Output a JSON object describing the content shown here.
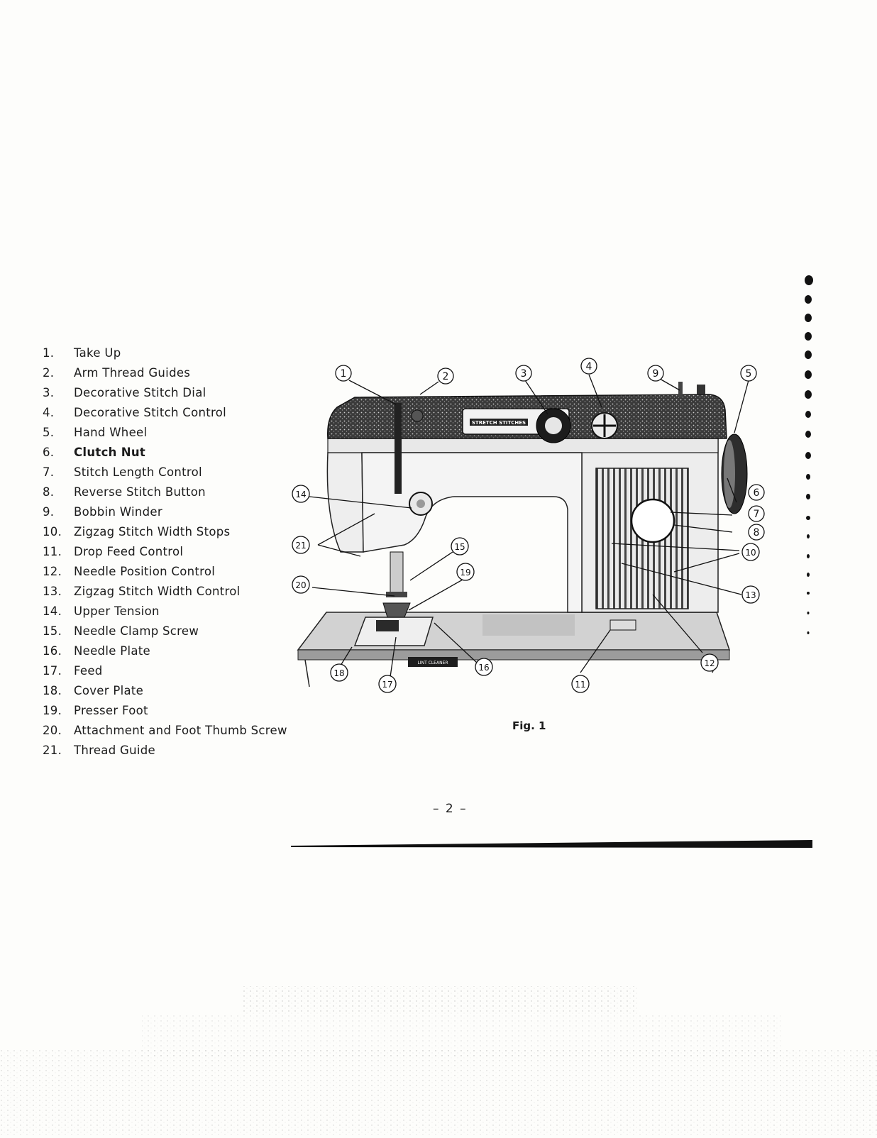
{
  "parts": [
    {
      "num": "1.",
      "label": "Take Up"
    },
    {
      "num": "2.",
      "label": "Arm Thread Guides"
    },
    {
      "num": "3.",
      "label": "Decorative Stitch Dial"
    },
    {
      "num": "4.",
      "label": "Decorative Stitch Control"
    },
    {
      "num": "5.",
      "label": "Hand Wheel"
    },
    {
      "num": "6.",
      "label": "Clutch Nut"
    },
    {
      "num": "7.",
      "label": "Stitch Length Control"
    },
    {
      "num": "8.",
      "label": "Reverse Stitch Button"
    },
    {
      "num": "9.",
      "label": "Bobbin Winder"
    },
    {
      "num": "10.",
      "label": "Zigzag Stitch Width Stops"
    },
    {
      "num": "11.",
      "label": "Drop Feed Control"
    },
    {
      "num": "12.",
      "label": "Needle Position Control"
    },
    {
      "num": "13.",
      "label": "Zigzag Stitch Width Control"
    },
    {
      "num": "14.",
      "label": "Upper Tension"
    },
    {
      "num": "15.",
      "label": "Needle Clamp Screw"
    },
    {
      "num": "16.",
      "label": "Needle Plate"
    },
    {
      "num": "17.",
      "label": "Feed"
    },
    {
      "num": "18.",
      "label": "Cover Plate"
    },
    {
      "num": "19.",
      "label": "Presser Foot"
    },
    {
      "num": "20.",
      "label": "Attachment and Foot Thumb Screw"
    },
    {
      "num": "21.",
      "label": "Thread Guide"
    }
  ],
  "figure": {
    "caption": "Fig. 1",
    "panel_text": "STRETCH STITCHES",
    "plate_text": "LINT CLEANER",
    "callouts": [
      "1",
      "2",
      "3",
      "4",
      "5",
      "6",
      "7",
      "8",
      "9",
      "10",
      "11",
      "12",
      "13",
      "14",
      "15",
      "16",
      "17",
      "18",
      "19",
      "20",
      "21"
    ]
  },
  "page_number": "– 2 –"
}
